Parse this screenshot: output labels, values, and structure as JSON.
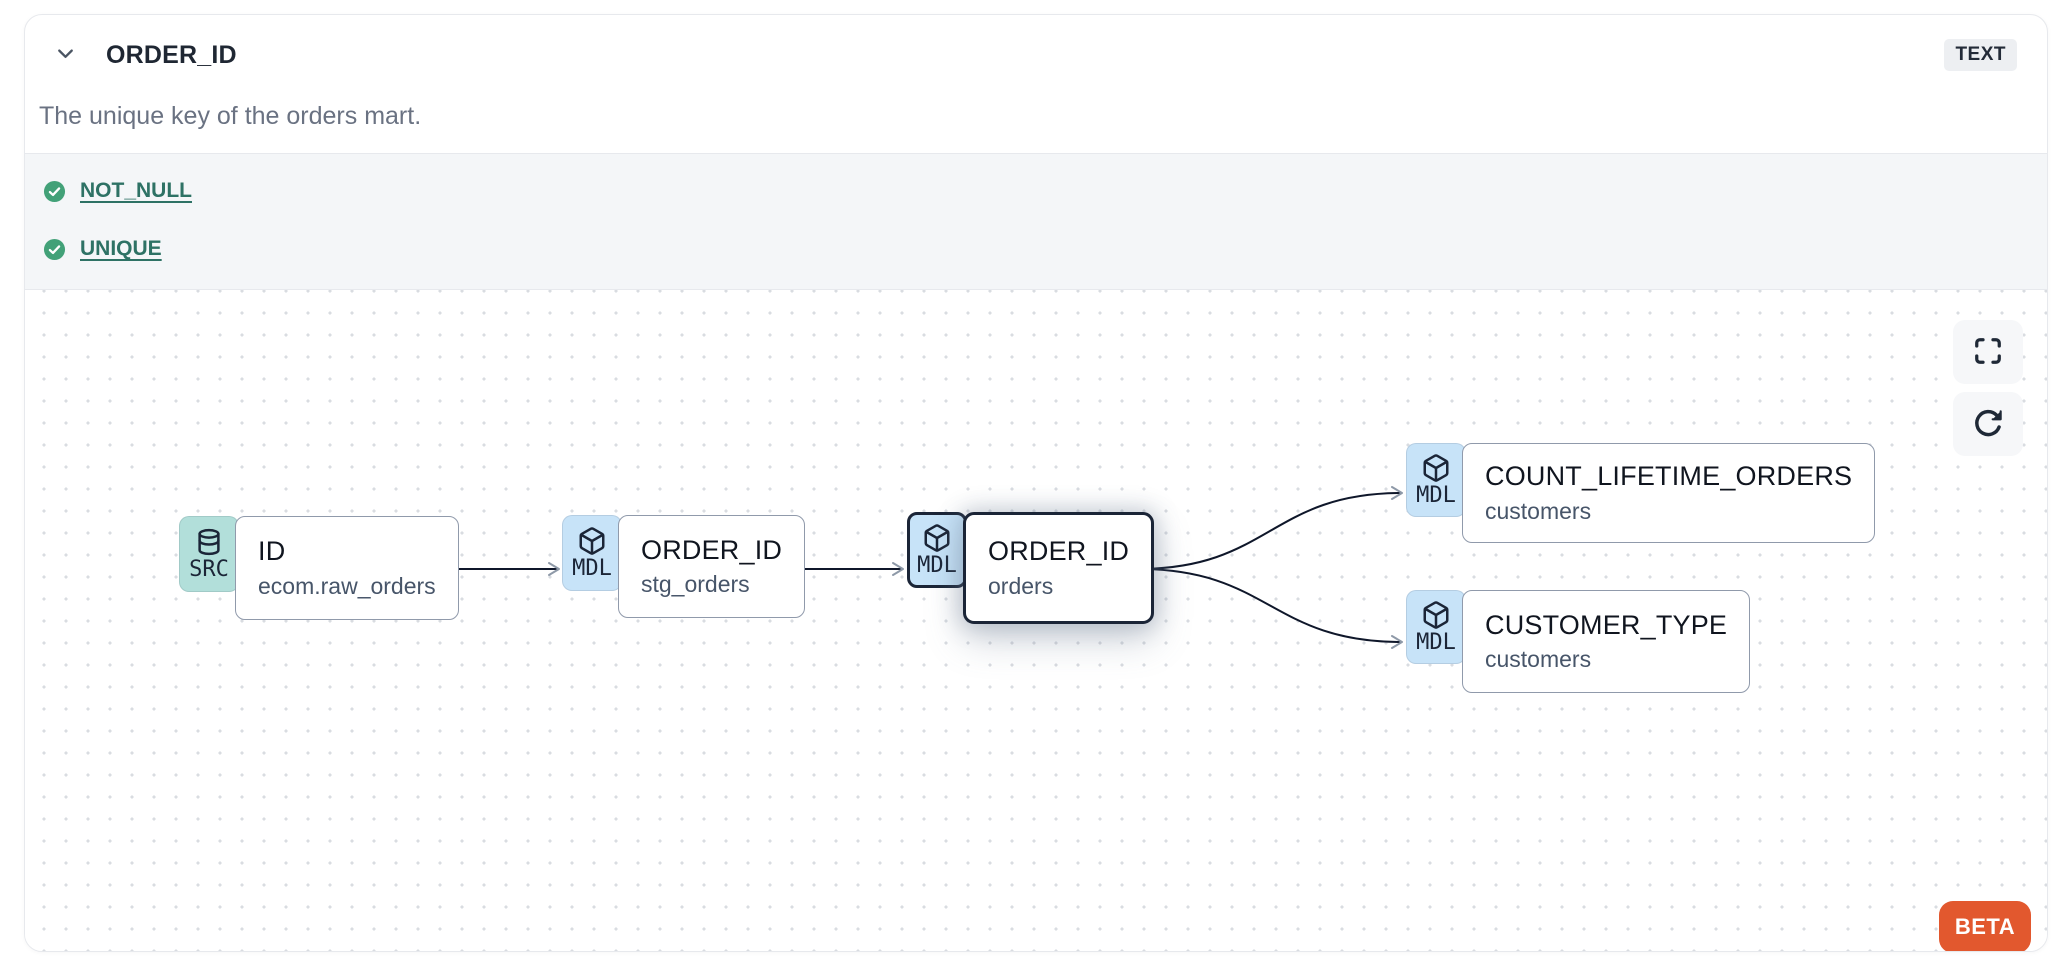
{
  "header": {
    "title": "ORDER_ID",
    "type_badge": "TEXT",
    "description": "The unique key of the orders mart."
  },
  "tests": {
    "items": [
      {
        "label": "NOT_NULL",
        "status": "pass"
      },
      {
        "label": "UNIQUE",
        "status": "pass"
      }
    ]
  },
  "lineage": {
    "nodes": [
      {
        "id": "source-id",
        "badge": "SRC",
        "icon": "database-icon",
        "title": "ID",
        "subtitle": "ecom.raw_orders",
        "selected": false
      },
      {
        "id": "stg_orders-order_id",
        "badge": "MDL",
        "icon": "cube-icon",
        "title": "ORDER_ID",
        "subtitle": "stg_orders",
        "selected": false
      },
      {
        "id": "orders-order_id",
        "badge": "MDL",
        "icon": "cube-icon",
        "title": "ORDER_ID",
        "subtitle": "orders",
        "selected": true
      },
      {
        "id": "customers-count_lifetime_orders",
        "badge": "MDL",
        "icon": "cube-icon",
        "title": "COUNT_LIFETIME_ORDERS",
        "subtitle": "customers",
        "selected": false
      },
      {
        "id": "customers-customer_type",
        "badge": "MDL",
        "icon": "cube-icon",
        "title": "CUSTOMER_TYPE",
        "subtitle": "customers",
        "selected": false
      }
    ],
    "edges": [
      {
        "from": "source-id",
        "to": "stg_orders-order_id"
      },
      {
        "from": "stg_orders-order_id",
        "to": "orders-order_id"
      },
      {
        "from": "orders-order_id",
        "to": "customers-count_lifetime_orders"
      },
      {
        "from": "orders-order_id",
        "to": "customers-customer_type"
      }
    ],
    "beta_badge": "BETA"
  },
  "colors": {
    "accent_orange": "#e2582e",
    "test_pass_green": "#42a178",
    "link_teal": "#2e7265",
    "source_badge_teal": "#b2dfda",
    "model_badge_blue": "#c7e3f8",
    "edge_line": "#0f172a",
    "selected_border": "#1b2537",
    "tests_strip_bg": "#f4f6f8"
  }
}
